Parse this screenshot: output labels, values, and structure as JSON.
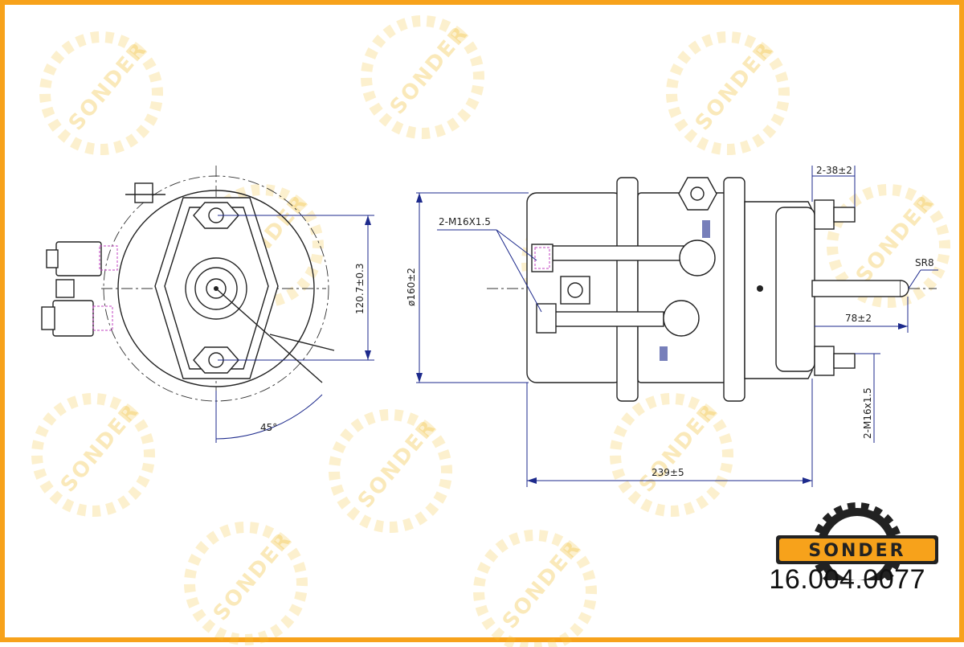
{
  "brand": {
    "name": "SONDER",
    "part_number": "16.004.0077",
    "accent_color": "#f7a21b",
    "logo_color": "#f7a21b",
    "watermark_text": "SONDER"
  },
  "dimensions": {
    "height_120": "120.7±0.3",
    "angle": "45°",
    "diameter": "ø160±2",
    "thread_top": "2-M16X1.5",
    "stud_spacing": "2-38±2",
    "radius": "SR8",
    "rod_length": "78±2",
    "thread_side": "2-M16x1.5",
    "overall_length": "239±5"
  }
}
